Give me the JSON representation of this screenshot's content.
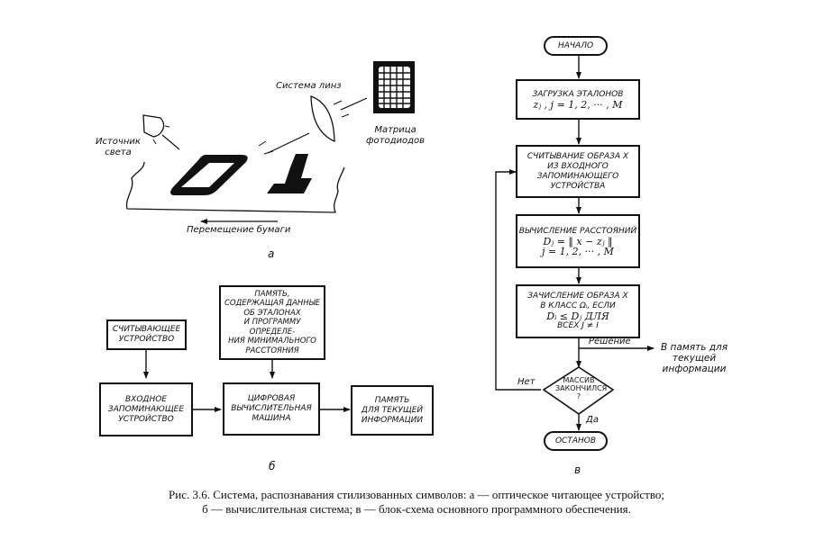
{
  "figure": {
    "panel_a": {
      "sublabel": "а",
      "labels": {
        "light_source": [
          "Источник",
          "света"
        ],
        "lens_system": "Система линз",
        "photodiode_matrix": [
          "Матрица",
          "фотодиодов"
        ],
        "paper_movement": "Перемещение бумаги"
      }
    },
    "panel_b": {
      "sublabel": "б",
      "blocks": {
        "reader": [
          "СЧИТЫВАЮЩЕЕ",
          "УСТРОЙСТВО"
        ],
        "input_memory": [
          "ВХОДНОЕ",
          "ЗАПОМИНАЮЩЕЕ",
          "УСТРОЙСТВО"
        ],
        "reference_memory": [
          "ПАМЯТЬ,",
          "СОДЕРЖАЩАЯ ДАННЫЕ",
          "ОБ ЭТАЛОНАХ",
          "И ПРОГРАММУ ОПРЕДЕЛЕ-",
          "НИЯ МИНИМАЛЬНОГО",
          "РАССТОЯНИЯ"
        ],
        "computer": [
          "ЦИФРОВАЯ",
          "ВЫЧИСЛИТЕЛЬНАЯ",
          "МАШИНА"
        ],
        "current_memory": [
          "ПАМЯТЬ",
          "ДЛЯ ТЕКУЩЕЙ",
          "ИНФОРМАЦИИ"
        ]
      }
    },
    "panel_c": {
      "sublabel": "в",
      "start": "НАЧАЛО",
      "load": {
        "line1": "ЗАГРУЗКА ЭТАЛОНОВ",
        "line2": "zⱼ , j = 1, 2, ··· , M"
      },
      "read": [
        "СЧИТЫВАНИЕ ОБРАЗА x",
        "ИЗ ВХОДНОГО",
        "ЗАПОМИНАЮЩЕГО",
        "УСТРОЙСТВА"
      ],
      "compute": {
        "line1": "ВЫЧИСЛЕНИЕ РАССТОЯНИЙ",
        "line2": "Dⱼ = ‖ x − zⱼ ‖",
        "line3": "j = 1, 2, ··· , M"
      },
      "assign": {
        "line1": "ЗАЧИСЛЕНИЕ ОБРАЗА x",
        "line2": "В КЛАСС ωᵢ, ЕСЛИ",
        "line3": "Dᵢ ≤ Dⱼ  ДЛЯ",
        "line4": "ВСЕХ  j ≠ i"
      },
      "decision_label": "Решение",
      "output": [
        "В память для",
        "текущей",
        "информации"
      ],
      "condition": [
        "МАССИВ",
        "ЗАКОНЧИЛСЯ",
        "?"
      ],
      "no_label": "Нет",
      "yes_label": "Да",
      "stop": "ОСТАНОВ"
    },
    "caption": {
      "line1": "Рис. 3.6. Система, распознавания стилизованных символов: а — оптическое читающее устройство;",
      "line2": "б — вычислительная система; в — блок-схема основного программного обеспечения."
    }
  }
}
